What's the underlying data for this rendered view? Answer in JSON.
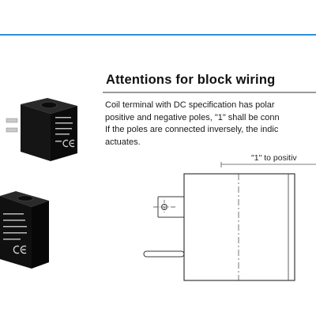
{
  "section": {
    "title": "Attentions for block wiring",
    "lines": [
      "Coil terminal with DC specification has polar",
      "positive and negative poles, \"1\" shall be conn",
      "If the poles are connected inversely, the indic",
      "actuates."
    ]
  },
  "diagram": {
    "polarity_label": "\"1\"   to positiv"
  },
  "colors": {
    "accent_rule": "#2f8fd6",
    "heading_rule": "#9a9a9a",
    "coil_body": "#111111"
  }
}
